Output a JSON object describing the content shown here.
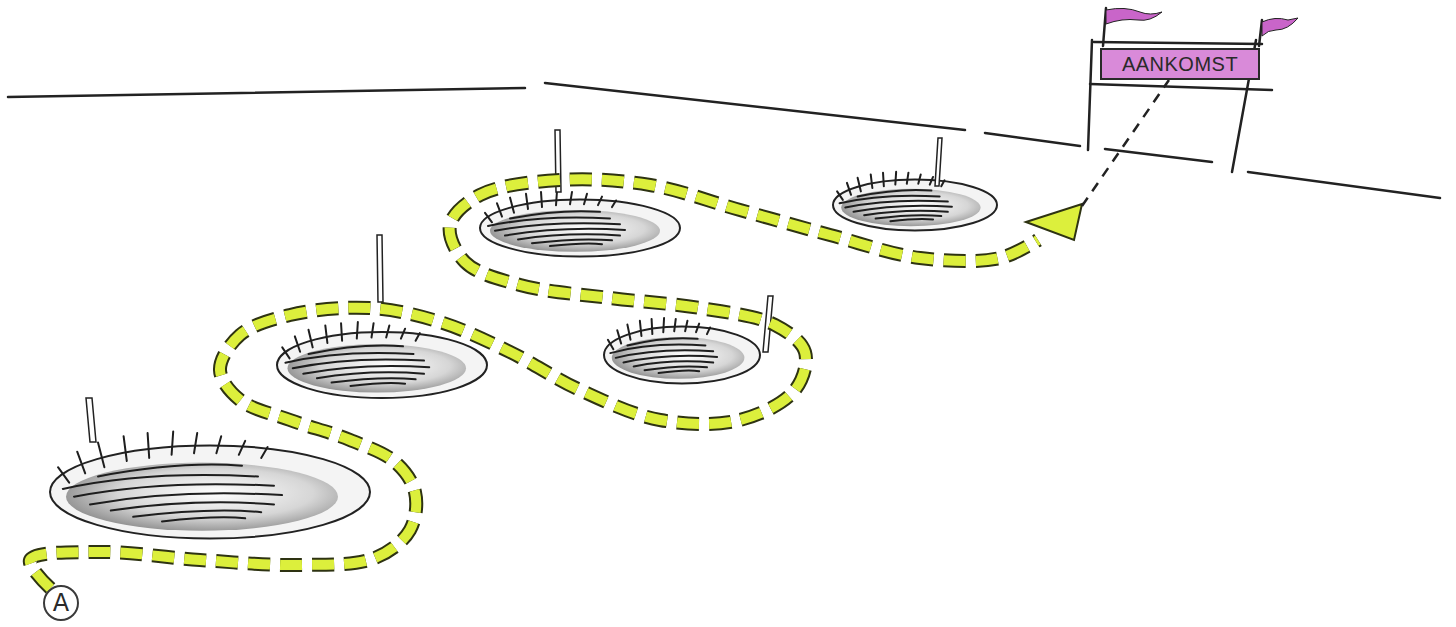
{
  "diagram": {
    "nodes": [
      {
        "text": [
          "AANKOMST"
        ]
      },
      {
        "text": [
          "A"
        ]
      }
    ],
    "edges": [
      {
        "from": 1,
        "to": 0,
        "arrow": "to"
      }
    ]
  }
}
